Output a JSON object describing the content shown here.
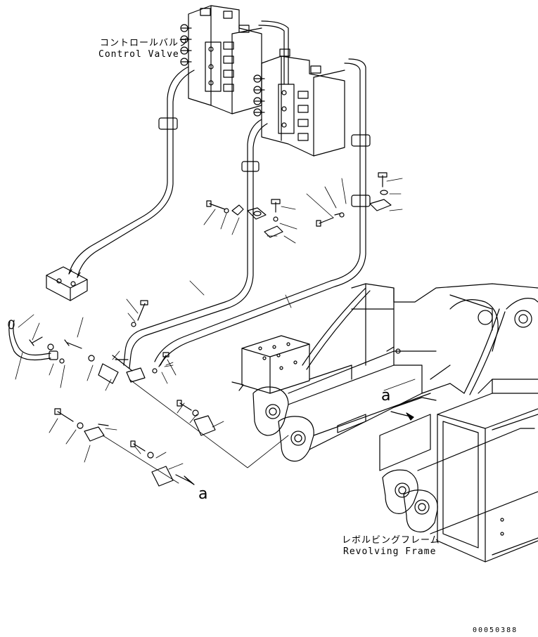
{
  "labels": {
    "control_valve_jp": "コントロールバルブ",
    "control_valve_en": "Control Valve",
    "revolving_frame_jp": "レボルビングフレーム",
    "revolving_frame_en": "Revolving Frame",
    "view_marker_a_lower": "a",
    "view_marker_a_frame": "a"
  },
  "drawing_code": "00050388",
  "colors": {
    "line": "#000000",
    "background": "#ffffff"
  }
}
